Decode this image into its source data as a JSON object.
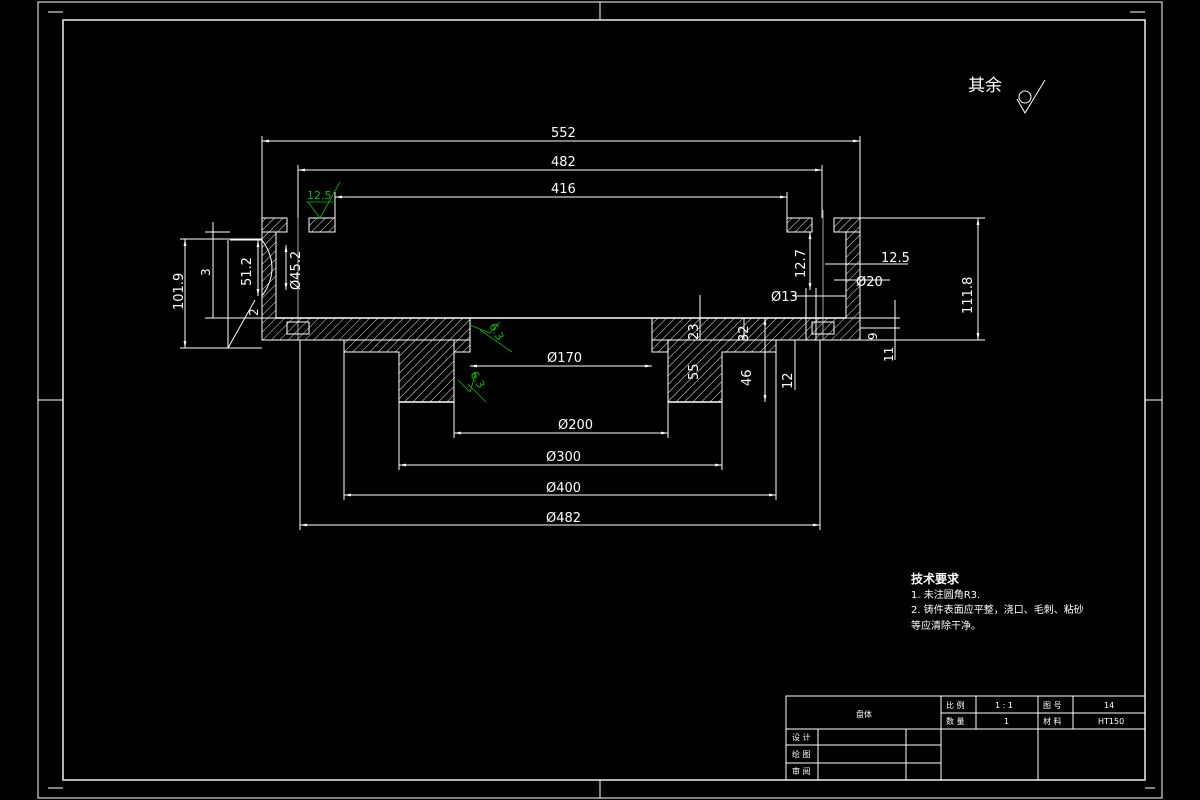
{
  "surface_note": "其余",
  "dimensions": {
    "d552": "552",
    "d482": "482",
    "d416": "416",
    "d101_9": "101.9",
    "d3": "3",
    "d51_2": "51.2",
    "d45_2": "Ø45.2",
    "d12_7": "12.7",
    "d12_5": "12.5",
    "d13": "Ø13",
    "d20": "Ø20",
    "d111_8": "111.8",
    "d9": "9",
    "d11": "11",
    "d23": "23",
    "d32": "32",
    "d55": "55",
    "d46": "46",
    "d12": "12",
    "d2": "2",
    "phi170": "Ø170",
    "phi200": "Ø200",
    "phi300": "Ø300",
    "phi400": "Ø400",
    "phi482": "Ø482"
  },
  "roughness": {
    "r12_5": "12.5",
    "r6_3_a": "6.3",
    "r6_3_b": "6.3"
  },
  "tech_requirements": {
    "title": "技术要求",
    "line1": "1. 未注圆角R3.",
    "line2": "2. 铸件表面应平整，浇口、毛刺、粘砂",
    "line3": "等应清除干净。"
  },
  "title_block": {
    "part_name": "盘体",
    "scale_label": "比 例",
    "scale_value": "1 : 1",
    "drawing_no_label": "图 号",
    "drawing_no_value": "14",
    "quantity_label": "数 量",
    "quantity_value": "1",
    "material_label": "材 料",
    "material_value": "HT150",
    "designed_label": "设 计",
    "drawn_label": "绘 图",
    "reviewed_label": "审 阅"
  }
}
